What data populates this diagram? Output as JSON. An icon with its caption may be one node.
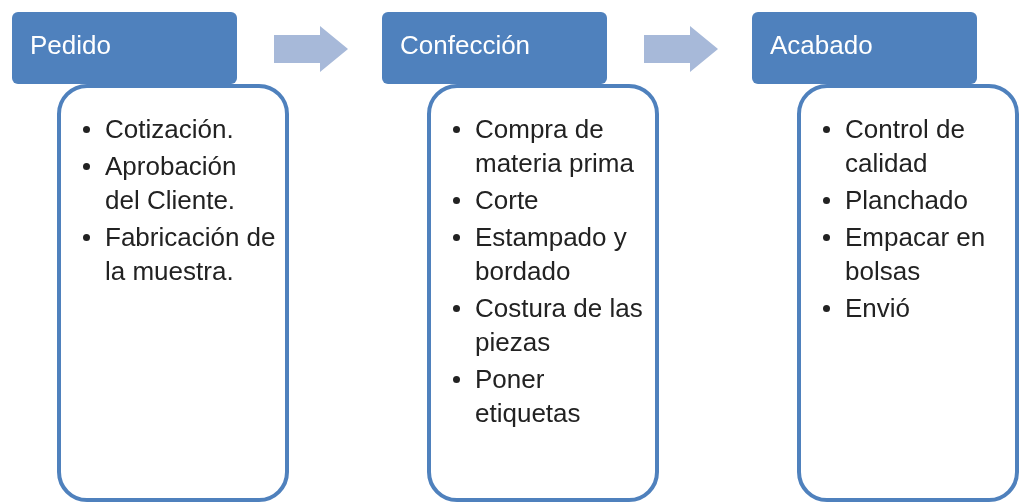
{
  "diagram": {
    "nodes": [
      {
        "text": [
          "Pedido"
        ]
      },
      {
        "text": [
          "Cotización.",
          "Aprobación del Cliente.",
          "Fabricación de la muestra."
        ]
      },
      {
        "text": [
          "Confección"
        ]
      },
      {
        "text": [
          "Compra de materia prima",
          "Corte",
          "Estampado y bordado",
          "Costura de las piezas",
          "Poner etiquetas"
        ]
      },
      {
        "text": [
          "Acabado"
        ]
      },
      {
        "text": [
          "Control de calidad",
          "Planchado",
          "Empacar en bolsas",
          "Envió"
        ]
      }
    ],
    "edges": [
      {
        "from": 0,
        "to": 2,
        "arrow": "to"
      },
      {
        "from": 2,
        "to": 4,
        "arrow": "to"
      }
    ]
  }
}
